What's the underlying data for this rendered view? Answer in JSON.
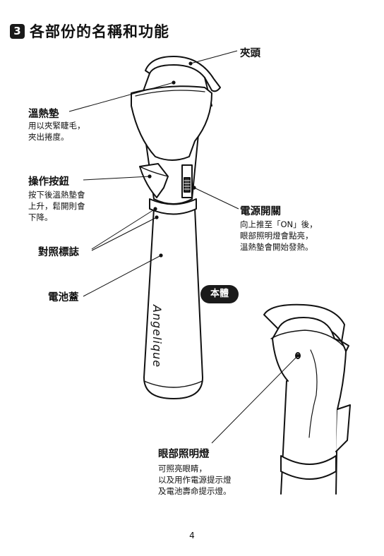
{
  "section": {
    "number": "3",
    "title": "各部份的名稱和功能"
  },
  "labels": {
    "clip_head": "夾頭",
    "heat_pad": {
      "title": "溫熱墊",
      "desc": [
        "用以夾緊睫毛，",
        "夾出捲度。"
      ]
    },
    "operate_button": {
      "title": "操作按鈕",
      "desc": [
        "按下後溫熱墊會",
        "上升，鬆開則會",
        "下降。"
      ]
    },
    "power_switch": {
      "title": "電源開關",
      "desc": [
        "向上推至「ON」後，",
        "眼部照明燈會點亮，",
        "溫熱墊會開始發熱。"
      ]
    },
    "alignment_mark": "對照標誌",
    "battery_cover": "電池蓋",
    "body_badge": "本體",
    "eye_light": {
      "title": "眼部照明燈",
      "desc": [
        "可照亮眼睛，",
        "以及用作電源提示燈",
        "及電池壽命提示燈。"
      ]
    }
  },
  "brand_text": "Angelique",
  "page_number": "4"
}
